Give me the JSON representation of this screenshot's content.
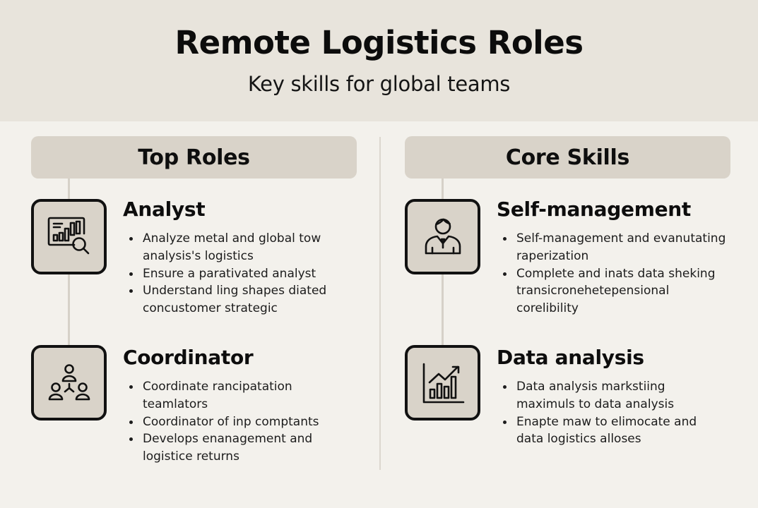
{
  "header": {
    "title": "Remote Logistics Roles",
    "subtitle": "Key skills for global teams"
  },
  "colors": {
    "background": "#f3f1ec",
    "hero_background": "#e8e4dc",
    "panel_fill": "#d9d3c9",
    "outline": "#111111",
    "connector": "#d6d1c8"
  },
  "columns": [
    {
      "heading": "Top Roles",
      "items": [
        {
          "title": "Analyst",
          "icon": "analytics-magnifier-icon",
          "bullets": [
            "Analyze metal and global tow analysis's logistics",
            "Ensure a parativated analyst",
            "Understand ling shapes diated concustomer strategic"
          ]
        },
        {
          "title": "Coordinator",
          "icon": "team-hierarchy-icon",
          "bullets": [
            "Coordinate rancipatation teamlators",
            "Coordinator of inp comptants",
            "Develops enanagement and logistice returns"
          ]
        }
      ]
    },
    {
      "heading": "Core Skills",
      "items": [
        {
          "title": "Self-management",
          "icon": "person-tie-icon",
          "bullets": [
            "Self-management and evanutating raperization",
            "Complete and inats data sheking transicronehetepensional corelibility"
          ]
        },
        {
          "title": "Data analysis",
          "icon": "growth-chart-icon",
          "bullets": [
            "Data analysis markstiing maximuls to data analysis",
            "Enapte maw to elimocate and data logistics alloses"
          ]
        }
      ]
    }
  ]
}
